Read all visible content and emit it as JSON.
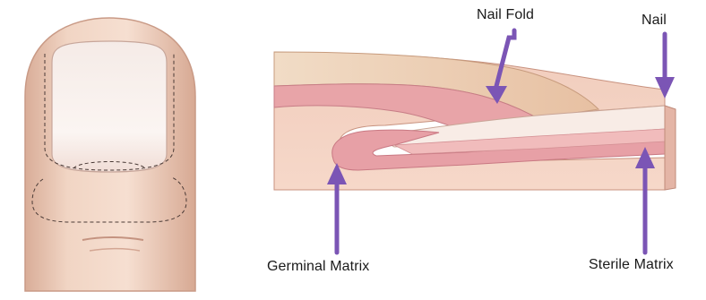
{
  "labels": {
    "nail_fold": "Nail Fold",
    "nail": "Nail",
    "germinal_matrix": "Germinal Matrix",
    "sterile_matrix": "Sterile Matrix"
  },
  "colors": {
    "skin": "#f2d6c6",
    "skin_shadow": "#dcb29c",
    "nail_plate": "#f7eae4",
    "fold_tan": "#ecc9ac",
    "matrix_pink": "#e9a5a9",
    "deep_pink": "#d88089",
    "arrow": "#7b55b5"
  }
}
